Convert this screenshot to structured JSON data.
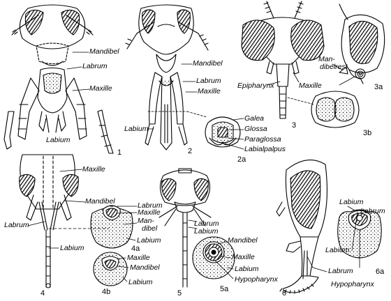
{
  "figures": {
    "f1": {
      "number": "1",
      "mandibel": "Mandibel",
      "labrum": "Labrum",
      "maxille": "Maxille",
      "labium": "Labium"
    },
    "f2": {
      "number": "2",
      "mandibel": "Mandibel",
      "labrum": "Labrum",
      "maxille": "Maxille",
      "labium": "Labium"
    },
    "f2a": {
      "number": "2a",
      "galea": "Galea",
      "glossa": "Glossa",
      "paraglossa": "Paraglossa",
      "labialpalpus": "Labialpalpus"
    },
    "f3": {
      "number": "3",
      "epipharynx": "Epipharynx",
      "maxille": "Maxille",
      "mandibelrest_1": "Man-",
      "mandibelrest_2": "dibelrest"
    },
    "f3a": {
      "number": "3a"
    },
    "f3b": {
      "number": "3b"
    },
    "f4": {
      "number": "4",
      "maxille": "Maxille",
      "mandibel": "Mandibel",
      "labrum": "Labrum",
      "labium": "Labium"
    },
    "f4a": {
      "number": "4a",
      "labrum": "Labrum",
      "maxille": "Maxille",
      "mandibel_1": "Man-",
      "mandibel_2": "dibel",
      "labium": "Labium"
    },
    "f4b": {
      "number": "4b",
      "maxille": "Maxille",
      "mandibel": "Mandibel",
      "labium": "Labium"
    },
    "f5": {
      "number": "5",
      "labrum": "Labrum",
      "labium": "Labium"
    },
    "f5a": {
      "number": "5a",
      "mandibel": "Mandibel",
      "maxille": "Maxille",
      "labium": "Labium",
      "hypopharynx": "Hypopharynx"
    },
    "f6": {
      "number": "6",
      "labium": "Labium",
      "labrum": "Labrum"
    },
    "f6a": {
      "number": "6a",
      "labium": "Labium",
      "labrum": "Labrum",
      "hypopharynx": "Hypopharynx"
    }
  },
  "colors": {
    "ink": "#000000",
    "paper": "#ffffff"
  }
}
